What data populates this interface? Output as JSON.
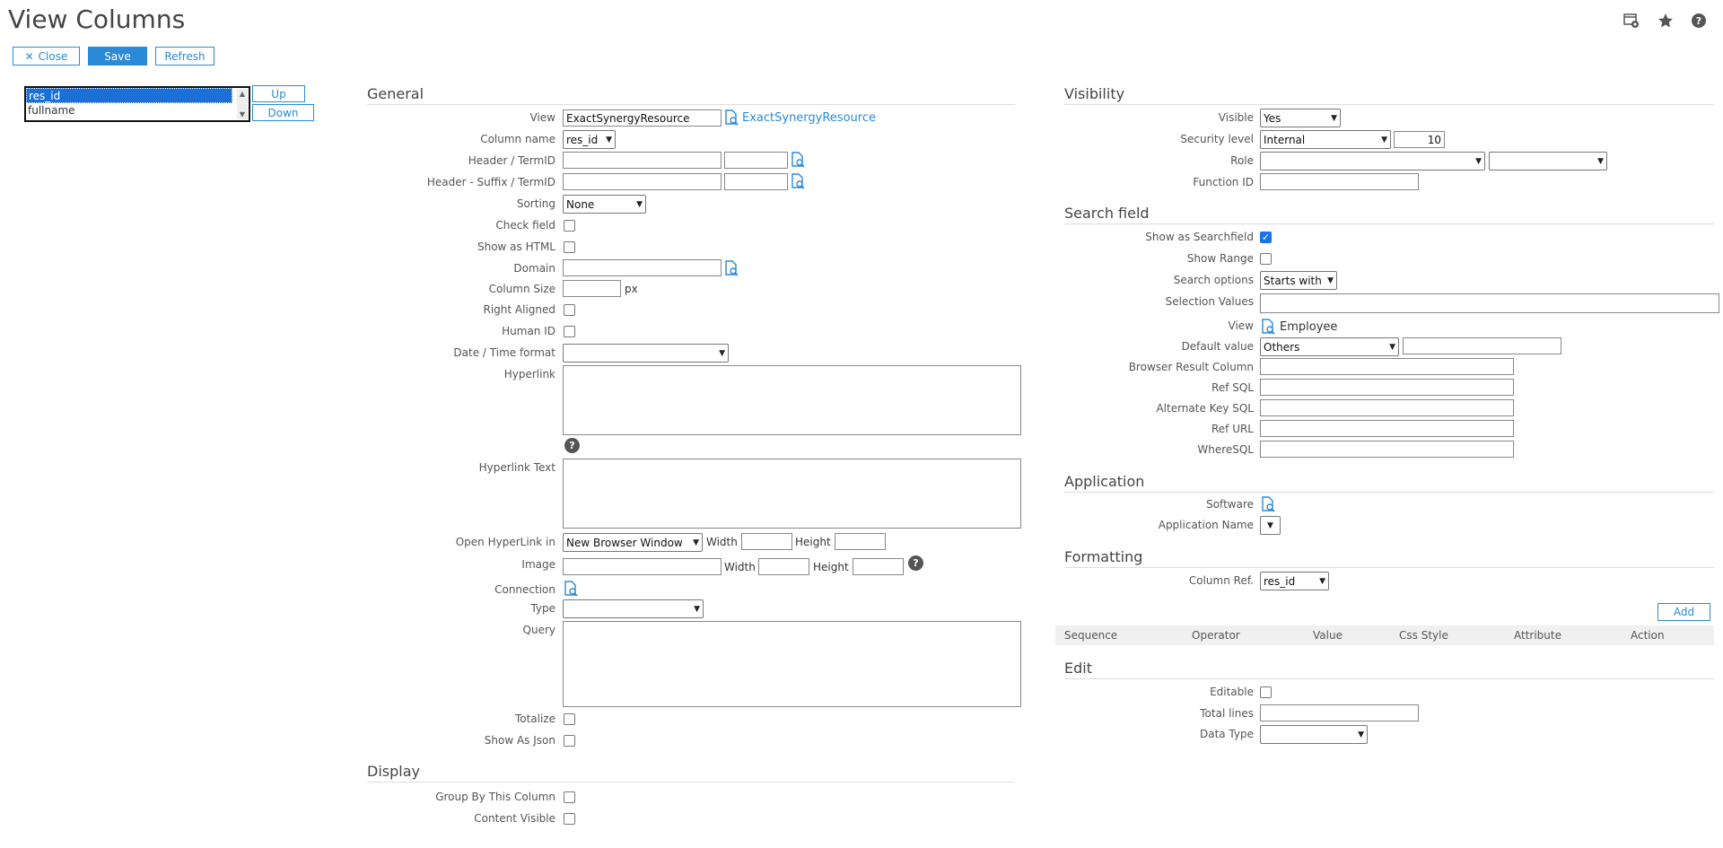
{
  "page": {
    "title": "View Columns"
  },
  "toolbar": {
    "close_label": "Close",
    "save_label": "Save",
    "refresh_label": "Refresh"
  },
  "top_icons": [
    "add-to-dashboard-icon",
    "star-icon",
    "help-icon"
  ],
  "column_list": {
    "items": [
      "res_id",
      "fullname"
    ],
    "selected": "res_id",
    "up_label": "Up",
    "down_label": "Down"
  },
  "general": {
    "heading": "General",
    "view_label": "View",
    "view_value": "ExactSynergyResource",
    "view_link": "ExactSynergyResource",
    "column_name_label": "Column name",
    "column_name_value": "res_id",
    "header_termid_label": "Header / TermID",
    "header_suffix_label": "Header - Suffix / TermID",
    "sorting_label": "Sorting",
    "sorting_value": "None",
    "check_field_label": "Check field",
    "show_html_label": "Show as HTML",
    "domain_label": "Domain",
    "column_size_label": "Column Size",
    "column_size_unit": "px",
    "right_aligned_label": "Right Aligned",
    "human_id_label": "Human ID",
    "datetime_label": "Date / Time format",
    "datetime_value": "",
    "hyperlink_label": "Hyperlink",
    "hyperlink_text_label": "Hyperlink Text",
    "open_hyperlink_label": "Open HyperLink in",
    "open_hyperlink_value": "New Browser Window",
    "width_label": "Width",
    "height_label": "Height",
    "image_label": "Image",
    "connection_label": "Connection",
    "type_label": "Type",
    "type_value": "",
    "query_label": "Query",
    "totalize_label": "Totalize",
    "show_json_label": "Show As Json",
    "help_glyph": "?"
  },
  "display": {
    "heading": "Display",
    "group_by_label": "Group By This Column",
    "content_visible_label": "Content Visible"
  },
  "visibility": {
    "heading": "Visibility",
    "visible_label": "Visible",
    "visible_value": "Yes",
    "security_label": "Security level",
    "security_value": "Internal",
    "security_number": "10",
    "role_label": "Role",
    "role_value": "",
    "role_value2": "",
    "function_label": "Function ID"
  },
  "search_field": {
    "heading": "Search field",
    "show_searchfield_label": "Show as Searchfield",
    "show_searchfield_checked": true,
    "show_range_label": "Show Range",
    "search_options_label": "Search options",
    "search_options_value": "Starts with",
    "selection_values_label": "Selection Values",
    "view_label": "View",
    "view_link": "Employee",
    "default_value_label": "Default value",
    "default_value_value": "Others",
    "browser_result_label": "Browser Result Column",
    "ref_sql_label": "Ref SQL",
    "alt_key_sql_label": "Alternate Key SQL",
    "ref_url_label": "Ref URL",
    "where_sql_label": "WhereSQL"
  },
  "application": {
    "heading": "Application",
    "software_label": "Software",
    "app_name_label": "Application Name"
  },
  "formatting": {
    "heading": "Formatting",
    "column_ref_label": "Column Ref.",
    "column_ref_value": "res_id",
    "add_label": "Add",
    "grid_columns": [
      "Sequence",
      "Operator",
      "Value",
      "Css Style",
      "Attribute",
      "Action"
    ]
  },
  "edit": {
    "heading": "Edit",
    "editable_label": "Editable",
    "total_lines_label": "Total lines",
    "data_type_label": "Data Type",
    "data_type_value": ""
  }
}
